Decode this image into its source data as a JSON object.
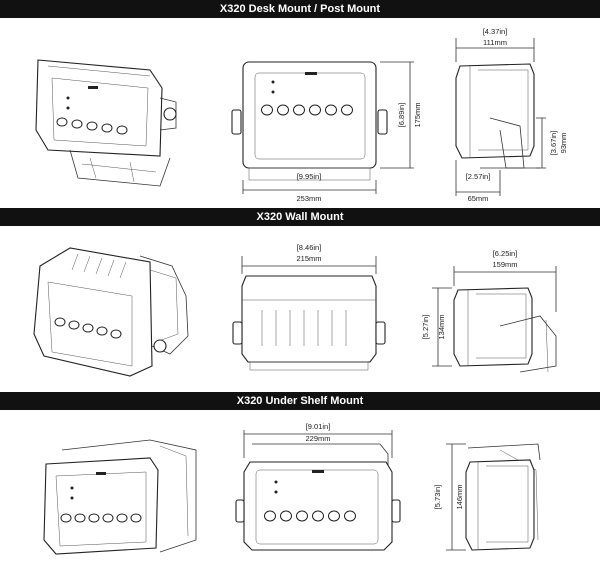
{
  "sections": [
    {
      "title": "X320 Desk Mount / Post Mount",
      "front_width_in": "[9.95in]",
      "front_width_mm": "253mm",
      "front_height_in": "[6.89in]",
      "front_height_mm": "175mm",
      "side_width_in": "[4.37in]",
      "side_width_mm": "111mm",
      "side_height_in": "[3.67in]",
      "side_height_mm": "93mm",
      "side_depth_in": "[2.57in]",
      "side_depth_mm": "65mm"
    },
    {
      "title": "X320 Wall Mount",
      "front_width_in": "[8.46in]",
      "front_width_mm": "215mm",
      "side_width_in": "[6.25in]",
      "side_width_mm": "159mm",
      "side_height_in": "[5.27in]",
      "side_height_mm": "134mm"
    },
    {
      "title": "X320 Under Shelf Mount",
      "front_width_in": "[9.01in]",
      "front_width_mm": "229mm",
      "side_height_in": "[5.73in]",
      "side_height_mm": "146mm"
    }
  ]
}
